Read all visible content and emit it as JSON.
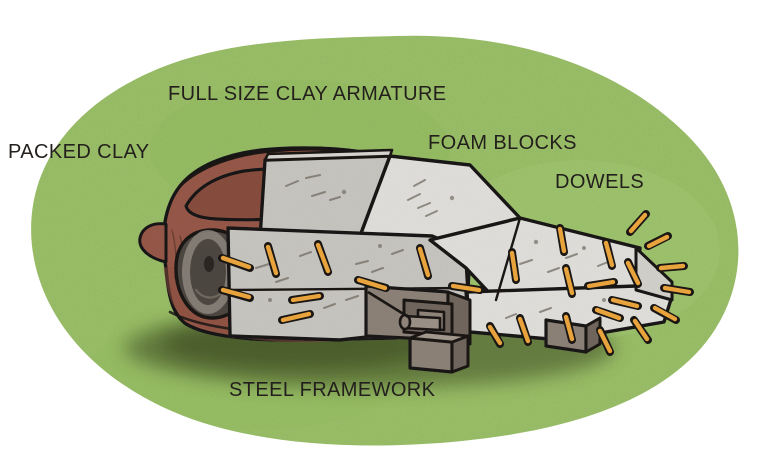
{
  "figure": {
    "subject": "Full size clay armature car model cutaway",
    "background_shape": "green-organic-blob",
    "colors": {
      "blob_green": "#9cc169",
      "blob_green_dark": "#8ab257",
      "page_white": "#ffffff",
      "clay_red": "#9a5a4a",
      "clay_red_dark": "#7d4538",
      "clay_red_light": "#a8675420",
      "foam_grey": "#c9c7c2",
      "foam_grey_light": "#e2e1dd",
      "foam_grey_mid": "#d4d2cd",
      "steel_grey": "#8e8379",
      "steel_grey_dark": "#6f655c",
      "dowel_orange": "#e8a33d",
      "dowel_orange_light": "#f3c878",
      "outline_black": "#1a1614",
      "wheel_dark": "#4c4640",
      "wheel_rim": "#8b857d",
      "text_dark": "#231f1c",
      "shadow": "#3c4a22"
    }
  },
  "labels": {
    "full_size_clay_armature": "FULL SIZE CLAY ARMATURE",
    "packed_clay": "PACKED CLAY",
    "foam_blocks": "FOAM BLOCKS",
    "dowels": "DOWELS",
    "steel_framework": "STEEL FRAMEWORK"
  },
  "parts": {
    "clay_body": "packed clay rear body and greenhouse",
    "foam_blocks_count": 5,
    "dowels_count": 30,
    "steel_framework": "steel armature frame with bracket, shaft and foot blocks",
    "wheel": "rear wheel with rim"
  }
}
